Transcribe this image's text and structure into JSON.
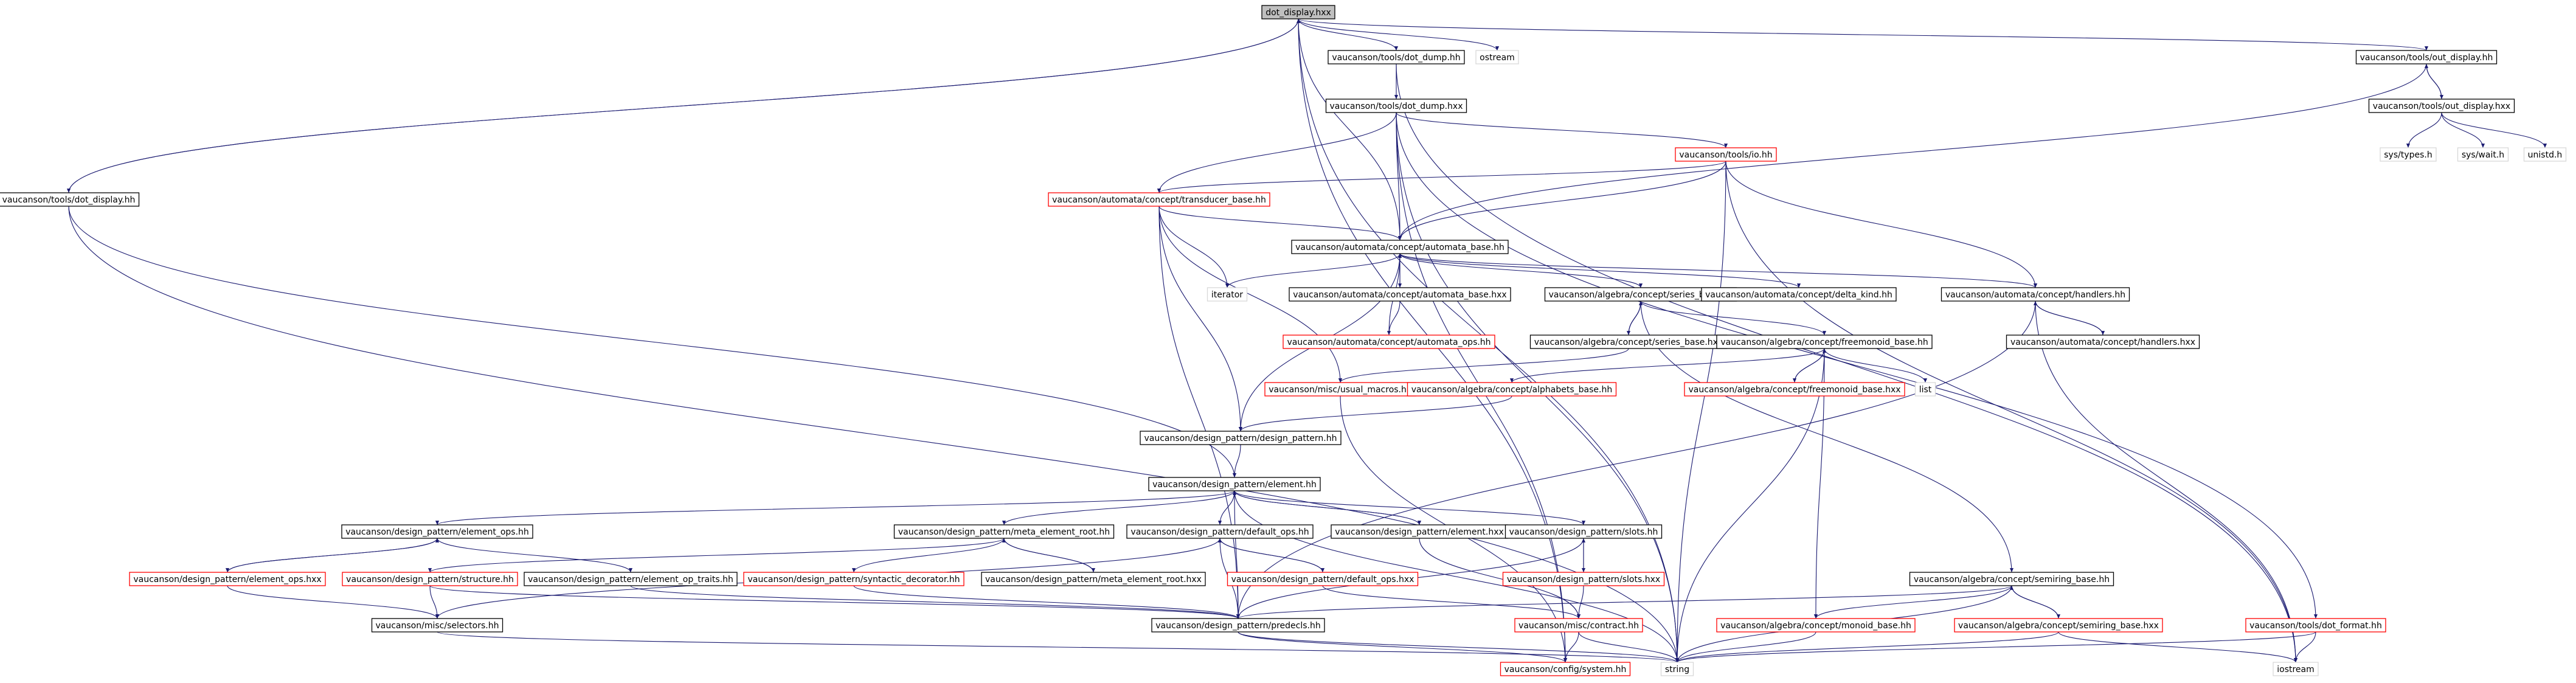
{
  "diagram": {
    "title": "dot_display.hxx",
    "nodes": [
      {
        "id": "dot_display_hxx",
        "label": "dot_display.hxx",
        "kind": "focus"
      },
      {
        "id": "tools_dot_dump_hh",
        "label": "vaucanson/tools/dot_dump.hh",
        "kind": "ok"
      },
      {
        "id": "ostream",
        "label": "ostream",
        "kind": "std"
      },
      {
        "id": "tools_out_display_hh",
        "label": "vaucanson/tools/out_display.hh",
        "kind": "ok"
      },
      {
        "id": "tools_dot_dump_hxx",
        "label": "vaucanson/tools/dot_dump.hxx",
        "kind": "ok"
      },
      {
        "id": "tools_out_display_hxx",
        "label": "vaucanson/tools/out_display.hxx",
        "kind": "ok"
      },
      {
        "id": "tools_io_hh",
        "label": "vaucanson/tools/io.hh",
        "kind": "bad"
      },
      {
        "id": "sys_types_h",
        "label": "sys/types.h",
        "kind": "std"
      },
      {
        "id": "sys_wait_h",
        "label": "sys/wait.h",
        "kind": "std"
      },
      {
        "id": "unistd_h",
        "label": "unistd.h",
        "kind": "std"
      },
      {
        "id": "tools_dot_display_hh",
        "label": "vaucanson/tools/dot_display.hh",
        "kind": "ok"
      },
      {
        "id": "transducer_base_hh",
        "label": "vaucanson/automata/concept/transducer_base.hh",
        "kind": "bad"
      },
      {
        "id": "automata_base_hh",
        "label": "vaucanson/automata/concept/automata_base.hh",
        "kind": "ok"
      },
      {
        "id": "iterator",
        "label": "iterator",
        "kind": "std"
      },
      {
        "id": "automata_base_hxx",
        "label": "vaucanson/automata/concept/automata_base.hxx",
        "kind": "ok"
      },
      {
        "id": "series_base_hh",
        "label": "vaucanson/algebra/concept/series_base.hh",
        "kind": "ok"
      },
      {
        "id": "delta_kind_hh",
        "label": "vaucanson/automata/concept/delta_kind.hh",
        "kind": "ok"
      },
      {
        "id": "handlers_hh",
        "label": "vaucanson/automata/concept/handlers.hh",
        "kind": "ok"
      },
      {
        "id": "automata_ops_hh",
        "label": "vaucanson/automata/concept/automata_ops.hh",
        "kind": "bad"
      },
      {
        "id": "series_base_hxx",
        "label": "vaucanson/algebra/concept/series_base.hxx",
        "kind": "ok"
      },
      {
        "id": "freemonoid_base_hh",
        "label": "vaucanson/algebra/concept/freemonoid_base.hh",
        "kind": "ok"
      },
      {
        "id": "handlers_hxx",
        "label": "vaucanson/automata/concept/handlers.hxx",
        "kind": "ok"
      },
      {
        "id": "usual_macros_hh",
        "label": "vaucanson/misc/usual_macros.hh",
        "kind": "bad"
      },
      {
        "id": "alphabets_base_hh",
        "label": "vaucanson/algebra/concept/alphabets_base.hh",
        "kind": "bad"
      },
      {
        "id": "freemonoid_base_hxx",
        "label": "vaucanson/algebra/concept/freemonoid_base.hxx",
        "kind": "bad"
      },
      {
        "id": "list",
        "label": "list",
        "kind": "std"
      },
      {
        "id": "design_pattern_hh",
        "label": "vaucanson/design_pattern/design_pattern.hh",
        "kind": "ok"
      },
      {
        "id": "element_hh",
        "label": "vaucanson/design_pattern/element.hh",
        "kind": "ok"
      },
      {
        "id": "element_ops_hh",
        "label": "vaucanson/design_pattern/element_ops.hh",
        "kind": "ok"
      },
      {
        "id": "meta_element_root_hh",
        "label": "vaucanson/design_pattern/meta_element_root.hh",
        "kind": "ok"
      },
      {
        "id": "default_ops_hh",
        "label": "vaucanson/design_pattern/default_ops.hh",
        "kind": "ok"
      },
      {
        "id": "element_hxx",
        "label": "vaucanson/design_pattern/element.hxx",
        "kind": "ok"
      },
      {
        "id": "slots_hh",
        "label": "vaucanson/design_pattern/slots.hh",
        "kind": "ok"
      },
      {
        "id": "element_ops_hxx",
        "label": "vaucanson/design_pattern/element_ops.hxx",
        "kind": "bad"
      },
      {
        "id": "structure_hh",
        "label": "vaucanson/design_pattern/structure.hh",
        "kind": "bad"
      },
      {
        "id": "element_op_traits_hh",
        "label": "vaucanson/design_pattern/element_op_traits.hh",
        "kind": "ok"
      },
      {
        "id": "syntactic_decorator_hh",
        "label": "vaucanson/design_pattern/syntactic_decorator.hh",
        "kind": "bad"
      },
      {
        "id": "meta_element_root_hxx",
        "label": "vaucanson/design_pattern/meta_element_root.hxx",
        "kind": "ok"
      },
      {
        "id": "default_ops_hxx",
        "label": "vaucanson/design_pattern/default_ops.hxx",
        "kind": "bad"
      },
      {
        "id": "slots_hxx",
        "label": "vaucanson/design_pattern/slots.hxx",
        "kind": "bad"
      },
      {
        "id": "semiring_base_hh",
        "label": "vaucanson/algebra/concept/semiring_base.hh",
        "kind": "ok"
      },
      {
        "id": "selectors_hh",
        "label": "vaucanson/misc/selectors.hh",
        "kind": "ok"
      },
      {
        "id": "predecls_hh",
        "label": "vaucanson/design_pattern/predecls.hh",
        "kind": "ok"
      },
      {
        "id": "contract_hh",
        "label": "vaucanson/misc/contract.hh",
        "kind": "bad"
      },
      {
        "id": "monoid_base_hh",
        "label": "vaucanson/algebra/concept/monoid_base.hh",
        "kind": "bad"
      },
      {
        "id": "semiring_base_hxx",
        "label": "vaucanson/algebra/concept/semiring_base.hxx",
        "kind": "bad"
      },
      {
        "id": "dot_format_hh",
        "label": "vaucanson/tools/dot_format.hh",
        "kind": "bad"
      },
      {
        "id": "string",
        "label": "string",
        "kind": "std"
      },
      {
        "id": "iostream",
        "label": "iostream",
        "kind": "std"
      },
      {
        "id": "system_hh",
        "label": "vaucanson/config/system.hh",
        "kind": "bad"
      }
    ],
    "edges": [
      [
        "dot_display_hxx",
        "tools_dot_dump_hh"
      ],
      [
        "dot_display_hxx",
        "ostream"
      ],
      [
        "dot_display_hxx",
        "tools_out_display_hh"
      ],
      [
        "dot_display_hxx",
        "tools_dot_display_hh"
      ],
      [
        "dot_display_hxx",
        "automata_base_hh"
      ],
      [
        "dot_display_hxx",
        "system_hh"
      ],
      [
        "dot_display_hxx",
        "string"
      ],
      [
        "tools_dot_dump_hh",
        "tools_dot_dump_hxx"
      ],
      [
        "tools_dot_dump_hh",
        "iostream"
      ],
      [
        "tools_out_display_hh",
        "tools_out_display_hxx"
      ],
      [
        "tools_out_display_hh",
        "automata_base_hh"
      ],
      [
        "tools_out_display_hxx",
        "tools_out_display_hh"
      ],
      [
        "tools_out_display_hxx",
        "sys_types_h"
      ],
      [
        "tools_out_display_hxx",
        "sys_wait_h"
      ],
      [
        "tools_out_display_hxx",
        "unistd_h"
      ],
      [
        "tools_dot_dump_hxx",
        "tools_io_hh"
      ],
      [
        "tools_dot_dump_hxx",
        "transducer_base_hh"
      ],
      [
        "tools_dot_dump_hxx",
        "automata_base_hh"
      ],
      [
        "tools_dot_dump_hxx",
        "dot_format_hh"
      ],
      [
        "tools_dot_dump_hxx",
        "system_hh"
      ],
      [
        "tools_dot_dump_hxx",
        "string"
      ],
      [
        "tools_io_hh",
        "automata_base_hh"
      ],
      [
        "tools_io_hh",
        "transducer_base_hh"
      ],
      [
        "tools_io_hh",
        "handlers_hh"
      ],
      [
        "tools_io_hh",
        "iostream"
      ],
      [
        "tools_io_hh",
        "string"
      ],
      [
        "tools_dot_display_hh",
        "dot_display_hxx"
      ],
      [
        "tools_dot_display_hh",
        "element_hh"
      ],
      [
        "tools_dot_display_hh",
        "string"
      ],
      [
        "transducer_base_hh",
        "automata_base_hh"
      ],
      [
        "transducer_base_hh",
        "iterator"
      ],
      [
        "transducer_base_hh",
        "usual_macros_hh"
      ],
      [
        "transducer_base_hh",
        "design_pattern_hh"
      ],
      [
        "transducer_base_hh",
        "predecls_hh"
      ],
      [
        "automata_base_hh",
        "automata_base_hxx"
      ],
      [
        "automata_base_hh",
        "iterator"
      ],
      [
        "automata_base_hh",
        "series_base_hh"
      ],
      [
        "automata_base_hh",
        "delta_kind_hh"
      ],
      [
        "automata_base_hh",
        "handlers_hh"
      ],
      [
        "automata_base_hh",
        "design_pattern_hh"
      ],
      [
        "automata_base_hxx",
        "automata_base_hh"
      ],
      [
        "automata_base_hxx",
        "automata_ops_hh"
      ],
      [
        "automata_ops_hh",
        "automata_base_hh"
      ],
      [
        "series_base_hh",
        "series_base_hxx"
      ],
      [
        "series_base_hh",
        "freemonoid_base_hh"
      ],
      [
        "series_base_hh",
        "semiring_base_hh"
      ],
      [
        "series_base_hxx",
        "series_base_hh"
      ],
      [
        "series_base_hxx",
        "usual_macros_hh"
      ],
      [
        "handlers_hh",
        "handlers_hxx"
      ],
      [
        "handlers_hh",
        "predecls_hh"
      ],
      [
        "handlers_hh",
        "iostream"
      ],
      [
        "handlers_hxx",
        "handlers_hh"
      ],
      [
        "freemonoid_base_hh",
        "alphabets_base_hh"
      ],
      [
        "freemonoid_base_hh",
        "freemonoid_base_hxx"
      ],
      [
        "freemonoid_base_hh",
        "list"
      ],
      [
        "freemonoid_base_hh",
        "monoid_base_hh"
      ],
      [
        "freemonoid_base_hh",
        "string"
      ],
      [
        "freemonoid_base_hxx",
        "freemonoid_base_hh"
      ],
      [
        "alphabets_base_hh",
        "design_pattern_hh"
      ],
      [
        "usual_macros_hh",
        "system_hh"
      ],
      [
        "design_pattern_hh",
        "element_hh"
      ],
      [
        "element_hh",
        "element_ops_hh"
      ],
      [
        "element_hh",
        "meta_element_root_hh"
      ],
      [
        "element_hh",
        "default_ops_hh"
      ],
      [
        "element_hh",
        "element_hxx"
      ],
      [
        "element_hh",
        "slots_hh"
      ],
      [
        "element_hh",
        "predecls_hh"
      ],
      [
        "element_hh",
        "string"
      ],
      [
        "element_hxx",
        "element_hh"
      ],
      [
        "element_hxx",
        "contract_hh"
      ],
      [
        "element_ops_hh",
        "element_ops_hxx"
      ],
      [
        "element_ops_hh",
        "element_op_traits_hh"
      ],
      [
        "element_ops_hxx",
        "element_ops_hh"
      ],
      [
        "element_ops_hxx",
        "selectors_hh"
      ],
      [
        "meta_element_root_hh",
        "structure_hh"
      ],
      [
        "meta_element_root_hh",
        "syntactic_decorator_hh"
      ],
      [
        "meta_element_root_hh",
        "meta_element_root_hxx"
      ],
      [
        "meta_element_root_hxx",
        "meta_element_root_hh"
      ],
      [
        "structure_hh",
        "predecls_hh"
      ],
      [
        "structure_hh",
        "selectors_hh"
      ],
      [
        "syntactic_decorator_hh",
        "predecls_hh"
      ],
      [
        "default_ops_hh",
        "default_ops_hxx"
      ],
      [
        "default_ops_hh",
        "predecls_hh"
      ],
      [
        "default_ops_hh",
        "selectors_hh"
      ],
      [
        "default_ops_hxx",
        "default_ops_hh"
      ],
      [
        "default_ops_hxx",
        "contract_hh"
      ],
      [
        "slots_hh",
        "slots_hxx"
      ],
      [
        "slots_hh",
        "predecls_hh"
      ],
      [
        "slots_hxx",
        "slots_hh"
      ],
      [
        "slots_hxx",
        "contract_hh"
      ],
      [
        "semiring_base_hh",
        "semiring_base_hxx"
      ],
      [
        "semiring_base_hh",
        "monoid_base_hh"
      ],
      [
        "semiring_base_hh",
        "predecls_hh"
      ],
      [
        "semiring_base_hh",
        "string"
      ],
      [
        "semiring_base_hxx",
        "semiring_base_hh"
      ],
      [
        "semiring_base_hxx",
        "iostream"
      ],
      [
        "semiring_base_hxx",
        "string"
      ],
      [
        "monoid_base_hh",
        "string"
      ],
      [
        "predecls_hh",
        "system_hh"
      ],
      [
        "predecls_hh",
        "string"
      ],
      [
        "contract_hh",
        "system_hh"
      ],
      [
        "contract_hh",
        "string"
      ],
      [
        "dot_format_hh",
        "iostream"
      ],
      [
        "dot_format_hh",
        "string"
      ],
      [
        "element_op_traits_hh",
        "predecls_hh"
      ],
      [
        "selectors_hh",
        "string"
      ]
    ]
  }
}
